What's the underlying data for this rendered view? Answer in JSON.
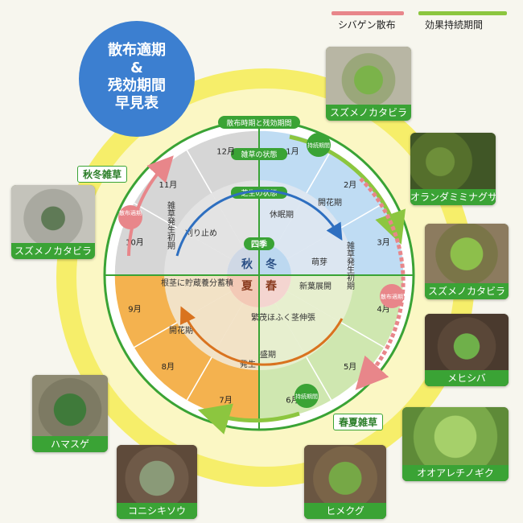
{
  "legend": {
    "pink_label": "シバゲン散布",
    "green_label": "効果持続期間",
    "pink_color": "#e8868a",
    "green_color": "#8cc63f"
  },
  "title": {
    "line1": "散布適期",
    "line2": "&",
    "line3": "残効期間",
    "line4": "早見表"
  },
  "wheel": {
    "outer_ring_label": "散布時期と残効期間",
    "weed_state_label": "雑草の状態",
    "lawn_state_label": "芝生の状態",
    "season_label": "四季",
    "seasons": {
      "autumn": "秋",
      "winter": "冬",
      "summer": "夏",
      "spring": "春"
    },
    "months": [
      "1月",
      "2月",
      "3月",
      "4月",
      "5月",
      "6月",
      "7月",
      "8月",
      "9月",
      "10月",
      "11月",
      "12月"
    ],
    "weed_states": {
      "flowering_1": "開花期",
      "germination_top": "雑草発生初期",
      "germination_left": "雑草発生初期",
      "flowering_2": "開花期",
      "occurrence": "発生",
      "peak": "盛期"
    },
    "lawn_states": {
      "dormant": "休眠期",
      "budding": "萌芽",
      "new_leaves": "新葉展開",
      "growth": "繁茂ほふく茎伸張",
      "root_storage": "根茎に貯蔵養分蓄積",
      "mowing_stop": "刈り止め"
    },
    "arrow_labels": {
      "spray_autumn": "散布適期",
      "spray_spring": "散布適期",
      "persist_top": "持続期間",
      "persist_bottom": "持続期間"
    }
  },
  "season_tags": {
    "autumn_winter": "秋冬雑草",
    "spring_summer": "春夏雑草"
  },
  "photos": [
    {
      "label": "スズメノカタビラ"
    },
    {
      "label": "オランダミミナグサ"
    },
    {
      "label": "スズメノカタビラ"
    },
    {
      "label": "メヒシバ"
    },
    {
      "label": "オオアレチノギク"
    },
    {
      "label": "ヒメクグ"
    },
    {
      "label": "コニシキソウ"
    },
    {
      "label": "ハマスゲ"
    },
    {
      "label": "スズメノカタビラ"
    }
  ]
}
